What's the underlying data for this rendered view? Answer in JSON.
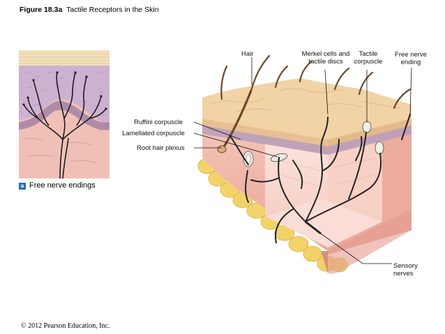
{
  "figure": {
    "number": "Figure 18.3a",
    "title": "Tactile Receptors in the Skin"
  },
  "panel": {
    "letter": "a",
    "caption": "Free nerve endings"
  },
  "labels": {
    "hair": "Hair",
    "merkel_line1": "Merkel cells and",
    "merkel_line2": "tactile discs",
    "tactile_line1": "Tactile",
    "tactile_line2": "corpuscle",
    "free_nerve_line1": "Free nerve",
    "free_nerve_line2": "ending",
    "ruffini": "Ruffini corpuscle",
    "lamellated": "Lamellated corpuscle",
    "root_hair": "Root hair plexus",
    "sensory_line1": "Sensory",
    "sensory_line2": "nerves"
  },
  "copyright": "© 2012 Pearson Education, Inc.",
  "colors": {
    "epidermis": "#e8c9a0",
    "dermis": "#efb5a8",
    "stratum": "#c8a9c8",
    "fat": "#f2d36a",
    "nerve": "#222222",
    "panel_accent": "#2a6fb0"
  }
}
